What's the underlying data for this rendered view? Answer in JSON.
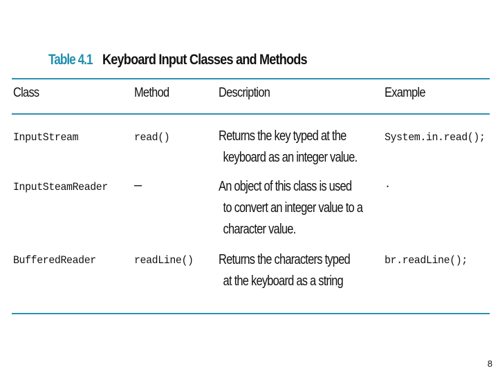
{
  "table": {
    "number": "Table 4.1",
    "title": "Keyboard Input Classes and Methods",
    "headers": {
      "class": "Class",
      "method": "Method",
      "description": "Description",
      "example": "Example"
    },
    "rows": [
      {
        "class": "InputStream",
        "method": "read()",
        "description": [
          "Returns the key typed at the",
          "keyboard as an integer value."
        ],
        "example": "System.in.read();"
      },
      {
        "class": "InputSteamReader",
        "method": "–",
        "description": [
          "An object of this class is used",
          "to convert an integer value to a",
          "character value."
        ],
        "example": "."
      },
      {
        "class": "BufferedReader",
        "method": "readLine()",
        "description": [
          "Returns the characters typed",
          "at the keyboard as a string"
        ],
        "example": "br.readLine();"
      }
    ]
  },
  "page_number": "8",
  "colors": {
    "accent": "#1f8fb0",
    "rule": "#2a8fb3",
    "text": "#111111",
    "background": "#ffffff"
  }
}
